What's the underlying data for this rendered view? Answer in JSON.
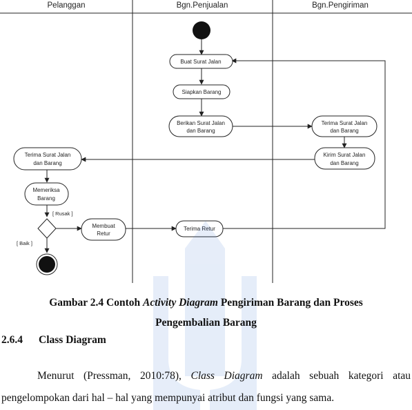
{
  "lanes": [
    "Pelanggan",
    "Bgn.Penjualan",
    "Bgn.Pengiriman"
  ],
  "activities": {
    "buat_surat_jalan": "Buat Surat Jalan",
    "siapkan_barang": "Siapkan Barang",
    "berikan_surat_jalan_1": "Berikan Surat Jalan",
    "berikan_surat_jalan_2": "dan Barang",
    "terima_surat_jalan_peng_1": "Terima Surat Jalan",
    "terima_surat_jalan_peng_2": "dan Barang",
    "kirim_surat_jalan_1": "Kirim Surat Jalan",
    "kirim_surat_jalan_2": "dan Barang",
    "terima_surat_jalan_pel_1": "Terima Surat Jalan",
    "terima_surat_jalan_pel_2": "dan Barang",
    "memeriksa_1": "Memeriksa",
    "memeriksa_2": "Barang",
    "membuat_retur_1": "Membuat",
    "membuat_retur_2": "Retur",
    "terima_retur": "Terima Retur"
  },
  "guards": {
    "rusak": "[ Rusak ]",
    "baik": "[ Baik ]"
  },
  "caption": {
    "part1": "Gambar 2.4 Contoh ",
    "italic": "Activity Diagram",
    "part2": " Pengiriman Barang dan Proses",
    "line2": "Pengembalian Barang"
  },
  "section": {
    "number": "2.6.4",
    "title": "Class Diagram"
  },
  "paragraph": {
    "before": "Menurut (Pressman, 2010:78), ",
    "italic": "Class Diagram",
    "after": " adalah sebuah kategori atau pengelompokan dari hal – hal yang mempunyai atribut dan fungsi yang sama."
  },
  "colors": {
    "watermark_blue": "#2f6fd0",
    "line": "#222222"
  }
}
